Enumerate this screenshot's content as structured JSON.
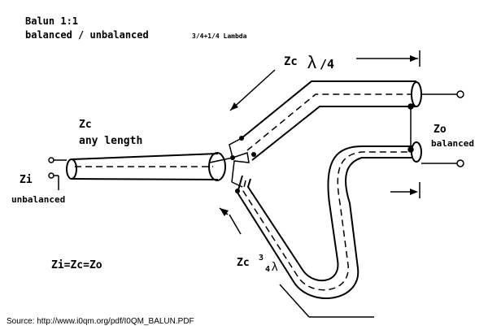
{
  "header": {
    "title": "Balun 1:1",
    "subtitle": "balanced / unbalanced",
    "lambda_note": "3/4+1/4 Lambda"
  },
  "labels": {
    "zc_quarter_prefix": "Zc",
    "lambda_symbol": "λ",
    "quarter_fraction": "/4",
    "zc_any": "Zc",
    "any_length": "any length",
    "zi": "Zi",
    "unbalanced": "unbalanced",
    "zo": "Zo",
    "balanced": "balanced",
    "equation": "Zi=Zc=Zo",
    "zc_three_quarter_prefix": "Zc",
    "three": "3",
    "four": "4",
    "lambda_small": "λ"
  },
  "footer": {
    "source": "Source: http://www.i0qm.org/pdf/I0QM_BALUN.PDF"
  },
  "colors": {
    "ink": "#000000",
    "background": "#ffffff"
  }
}
